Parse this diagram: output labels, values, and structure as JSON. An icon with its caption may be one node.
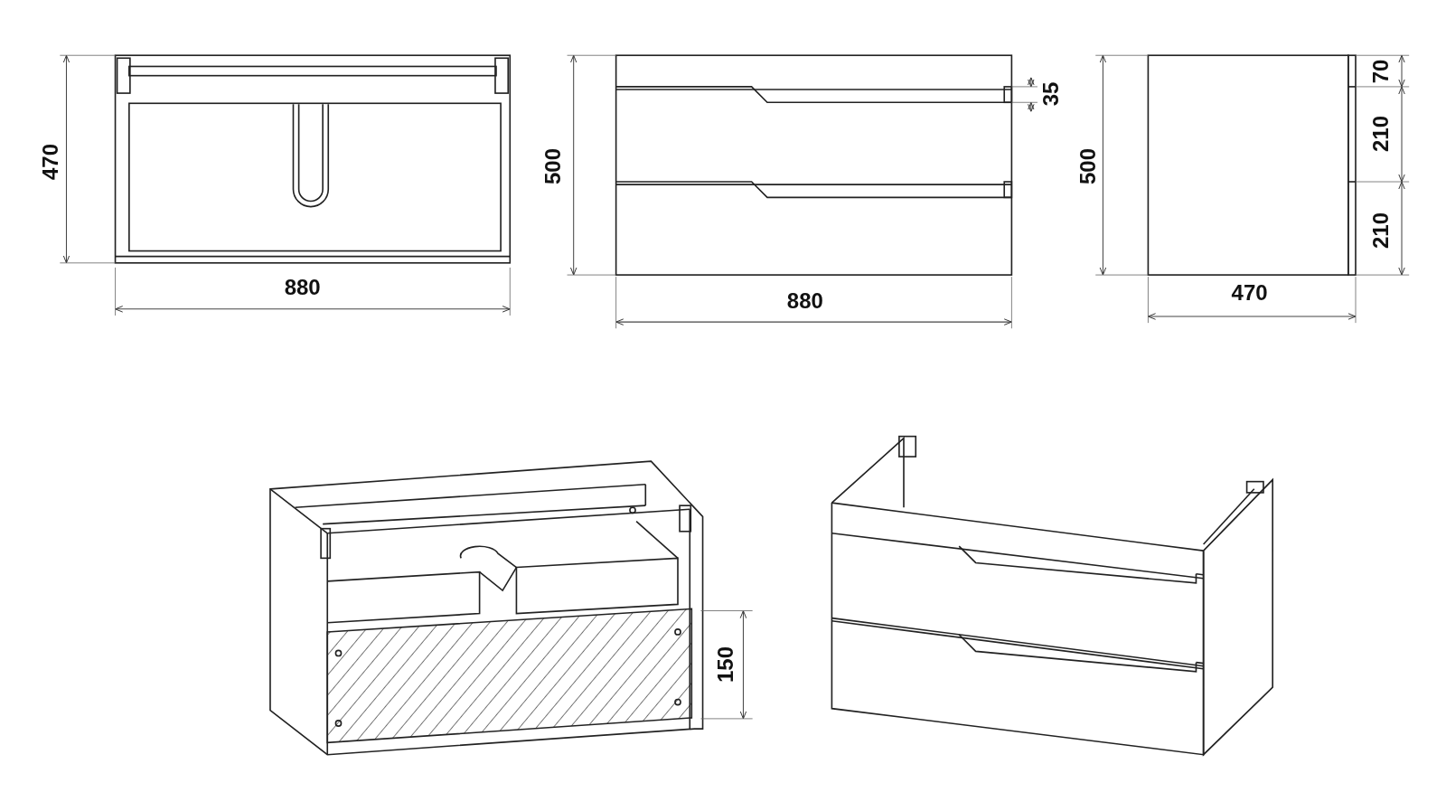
{
  "diagram": {
    "labels": [
      "470",
      "880",
      "500",
      "35",
      "880",
      "500",
      "70",
      "210",
      "210",
      "470",
      "150"
    ]
  }
}
